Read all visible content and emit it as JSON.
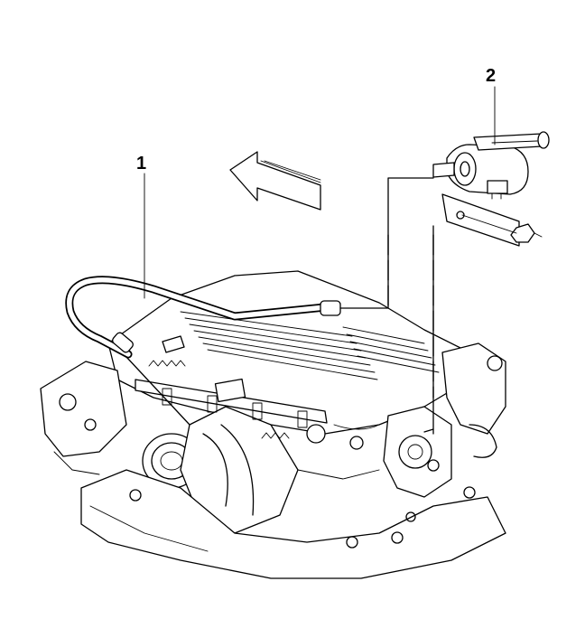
{
  "callouts": [
    {
      "id": "1",
      "label": "1"
    },
    {
      "id": "2",
      "label": "2"
    }
  ],
  "icons": {
    "direction": "direction-arrow-icon",
    "hose": "purge-hose-illustration",
    "valve": "solenoid-valve-illustration",
    "engine": "engine-illustration"
  },
  "colors": {
    "line": "#000000",
    "background": "#ffffff"
  }
}
